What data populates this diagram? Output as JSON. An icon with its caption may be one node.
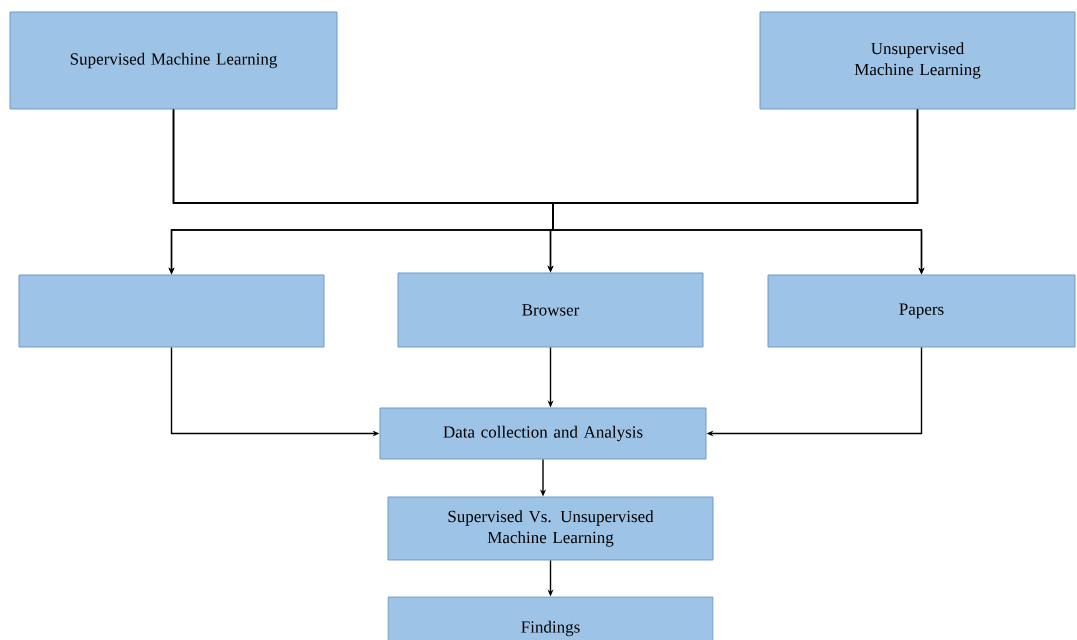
{
  "diagram": {
    "nodes": [
      {
        "text": [
          "Supervised Machine Learning"
        ]
      },
      {
        "text": [
          "Unsupervised Machine Learning"
        ]
      },
      {
        "text": [],
        "shape": "box"
      },
      {
        "text": [
          "Browser"
        ]
      },
      {
        "text": [
          "Papers"
        ]
      },
      {
        "text": [
          "Data collection and Analysis"
        ]
      },
      {
        "text": [
          "Supervised Vs. Unsupervised Machine Learning"
        ]
      },
      {
        "text": [
          "Findings"
        ]
      }
    ],
    "edges": [
      {
        "from": 0,
        "to": 2,
        "arrow": "to"
      },
      {
        "from": 0,
        "to": 3,
        "arrow": "to"
      },
      {
        "from": 0,
        "to": 4,
        "arrow": "to"
      },
      {
        "from": 1,
        "to": 2,
        "arrow": "to"
      },
      {
        "from": 1,
        "to": 3,
        "arrow": "to"
      },
      {
        "from": 1,
        "to": 4,
        "arrow": "to"
      },
      {
        "from": 2,
        "to": 5,
        "arrow": "to"
      },
      {
        "from": 3,
        "to": 5,
        "arrow": "to"
      },
      {
        "from": 4,
        "to": 5,
        "arrow": "to"
      },
      {
        "from": 5,
        "to": 6,
        "arrow": "to"
      },
      {
        "from": 6,
        "to": 7,
        "arrow": "to"
      }
    ]
  }
}
